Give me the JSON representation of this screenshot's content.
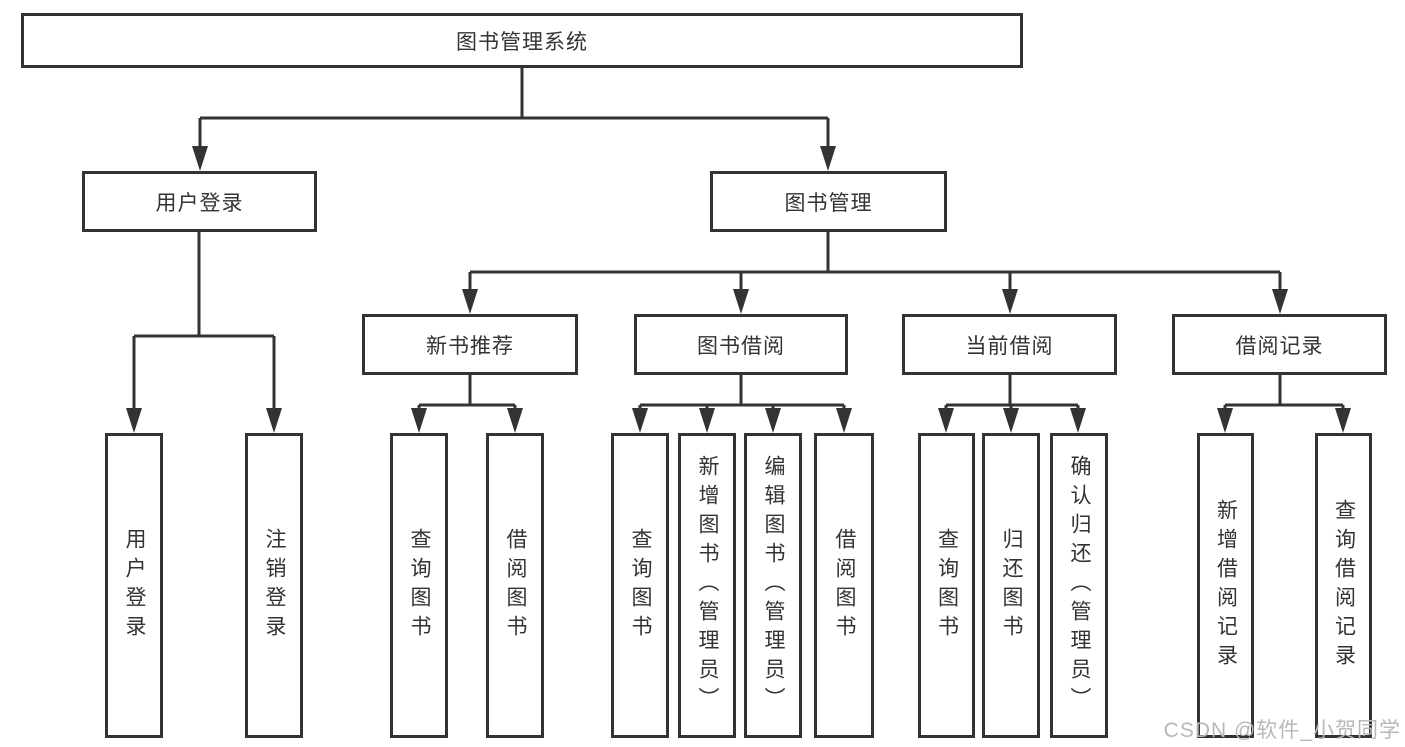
{
  "diagram": {
    "tree": {
      "root": {
        "label": "图书管理系统",
        "children": [
          {
            "label": "用户登录",
            "children": [
              {
                "label": "用户登录"
              },
              {
                "label": "注销登录"
              }
            ]
          },
          {
            "label": "图书管理",
            "children": [
              {
                "label": "新书推荐",
                "children": [
                  {
                    "label": "查询图书"
                  },
                  {
                    "label": "借阅图书"
                  }
                ]
              },
              {
                "label": "图书借阅",
                "children": [
                  {
                    "label": "查询图书"
                  },
                  {
                    "label": "新增图书（管理员）"
                  },
                  {
                    "label": "编辑图书（管理员）"
                  },
                  {
                    "label": "借阅图书"
                  }
                ]
              },
              {
                "label": "当前借阅",
                "children": [
                  {
                    "label": "查询图书"
                  },
                  {
                    "label": "归还图书"
                  },
                  {
                    "label": "确认归还（管理员）"
                  }
                ]
              },
              {
                "label": "借阅记录",
                "children": [
                  {
                    "label": "新增借阅记录"
                  },
                  {
                    "label": "查询借阅记录"
                  }
                ]
              }
            ]
          }
        ]
      }
    },
    "colors": {
      "line": "#333333",
      "text": "#333333",
      "box_background": "#ffffff",
      "page_background": "#ffffff",
      "watermark": "#b8b8b8"
    }
  },
  "watermark": {
    "text": "CSDN @软件_小贺同学"
  }
}
